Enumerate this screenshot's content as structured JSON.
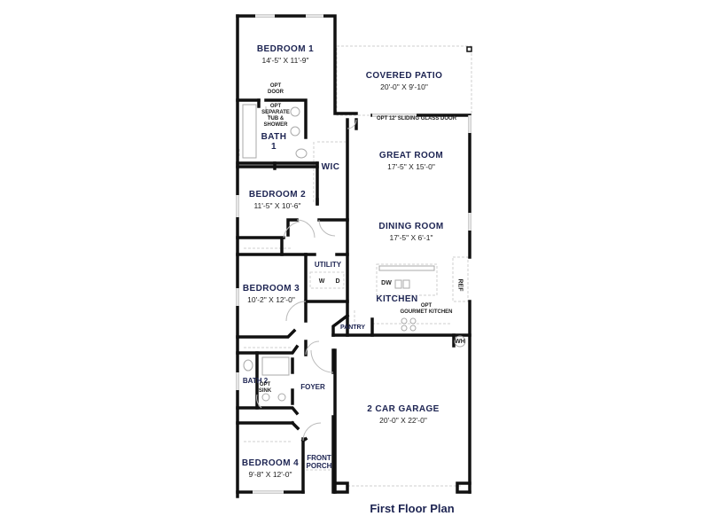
{
  "title": "First Floor Plan",
  "colors": {
    "label": "#1d2452",
    "wall": "#111111",
    "dashed": "#cccccc"
  },
  "rooms": {
    "bedroom1": {
      "name": "BEDROOM 1",
      "dim": "14'-5\" X 11'-9\""
    },
    "covered_patio": {
      "name": "COVERED PATIO",
      "dim": "20'-0\" X 9'-10\""
    },
    "bath1": {
      "name_line1": "BATH",
      "name_line2": "1"
    },
    "wic": {
      "name": "WIC"
    },
    "great_room": {
      "name": "GREAT ROOM",
      "dim": "17'-5\" X 15'-0\""
    },
    "bedroom2": {
      "name": "BEDROOM 2",
      "dim": "11'-5\" X 10'-6\""
    },
    "dining_room": {
      "name": "DINING ROOM",
      "dim": "17'-5\" X 6'-1\""
    },
    "utility": {
      "name": "UTILITY"
    },
    "bedroom3": {
      "name": "BEDROOM 3",
      "dim": "10'-2\" X 12'-0\""
    },
    "kitchen": {
      "name": "KITCHEN"
    },
    "pantry": {
      "name": "PANTRY"
    },
    "bath2": {
      "name": "BATH 2"
    },
    "foyer": {
      "name": "FOYER"
    },
    "garage": {
      "name": "2 CAR GARAGE",
      "dim": "20'-0\" X 22'-0\""
    },
    "bedroom4": {
      "name": "BEDROOM 4",
      "dim": "9'-8\" X 12'-0\""
    },
    "front_porch": {
      "name_line1": "FRONT",
      "name_line2": "PORCH"
    }
  },
  "notes": {
    "opt_door_1": "OPT",
    "opt_door_2": "DOOR",
    "opt_tub_1": "OPT",
    "opt_tub_2": "SEPARATE",
    "opt_tub_3": "TUB &",
    "opt_tub_4": "SHOWER",
    "sliding_door": "OPT 12' SLIDING GLASS DOOR",
    "gourmet_1": "OPT",
    "gourmet_2": "GOURMET KITCHEN",
    "opt_sink_1": "OPT",
    "opt_sink_2": "SINK"
  },
  "appliances": {
    "dw": "DW",
    "ref": "REF",
    "wh": "WH",
    "washer": "W",
    "dryer": "D"
  }
}
